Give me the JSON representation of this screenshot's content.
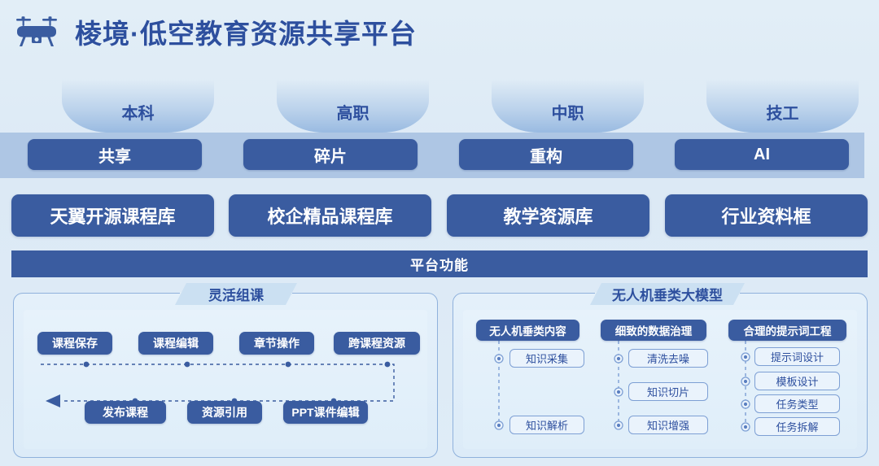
{
  "header": {
    "logo_icon": "drone-icon",
    "title": "棱境·低空教育资源共享平台"
  },
  "colors": {
    "page_bg": "#dfecf7",
    "brand_blue": "#3a5ca0",
    "band_blue": "#aec6e4",
    "text_blue": "#2d4f9e",
    "node_border": "#7d9fd4"
  },
  "tabs": [
    {
      "label": "本科"
    },
    {
      "label": "高职"
    },
    {
      "label": "中职"
    },
    {
      "label": "技工"
    }
  ],
  "band_buttons": [
    {
      "label": "共享"
    },
    {
      "label": "碎片"
    },
    {
      "label": "重构"
    },
    {
      "label": "AI"
    }
  ],
  "libraries": [
    {
      "label": "天翼开源课程库"
    },
    {
      "label": "校企精品课程库"
    },
    {
      "label": "教学资源库"
    },
    {
      "label": "行业资料框"
    }
  ],
  "platform_bar": {
    "label": "平台功能"
  },
  "panels": {
    "left": {
      "title": "灵活组课",
      "row1": [
        {
          "label": "课程保存"
        },
        {
          "label": "课程编辑"
        },
        {
          "label": "章节操作"
        },
        {
          "label": "跨课程资源"
        }
      ],
      "row2": [
        {
          "label": "发布课程"
        },
        {
          "label": "资源引用"
        },
        {
          "label": "PPT课件编辑"
        }
      ]
    },
    "right": {
      "title": "无人机垂类大模型",
      "columns": [
        {
          "head": "无人机垂类内容",
          "nodes": [
            {
              "label": "知识采集"
            },
            {
              "label": "知识解析"
            }
          ]
        },
        {
          "head": "细致的数据治理",
          "nodes": [
            {
              "label": "清洗去噪"
            },
            {
              "label": "知识切片"
            },
            {
              "label": "知识增强"
            }
          ]
        },
        {
          "head": "合理的提示词工程",
          "nodes": [
            {
              "label": "提示词设计"
            },
            {
              "label": "模板设计"
            },
            {
              "label": "任务类型"
            },
            {
              "label": "任务拆解"
            }
          ]
        }
      ]
    }
  }
}
